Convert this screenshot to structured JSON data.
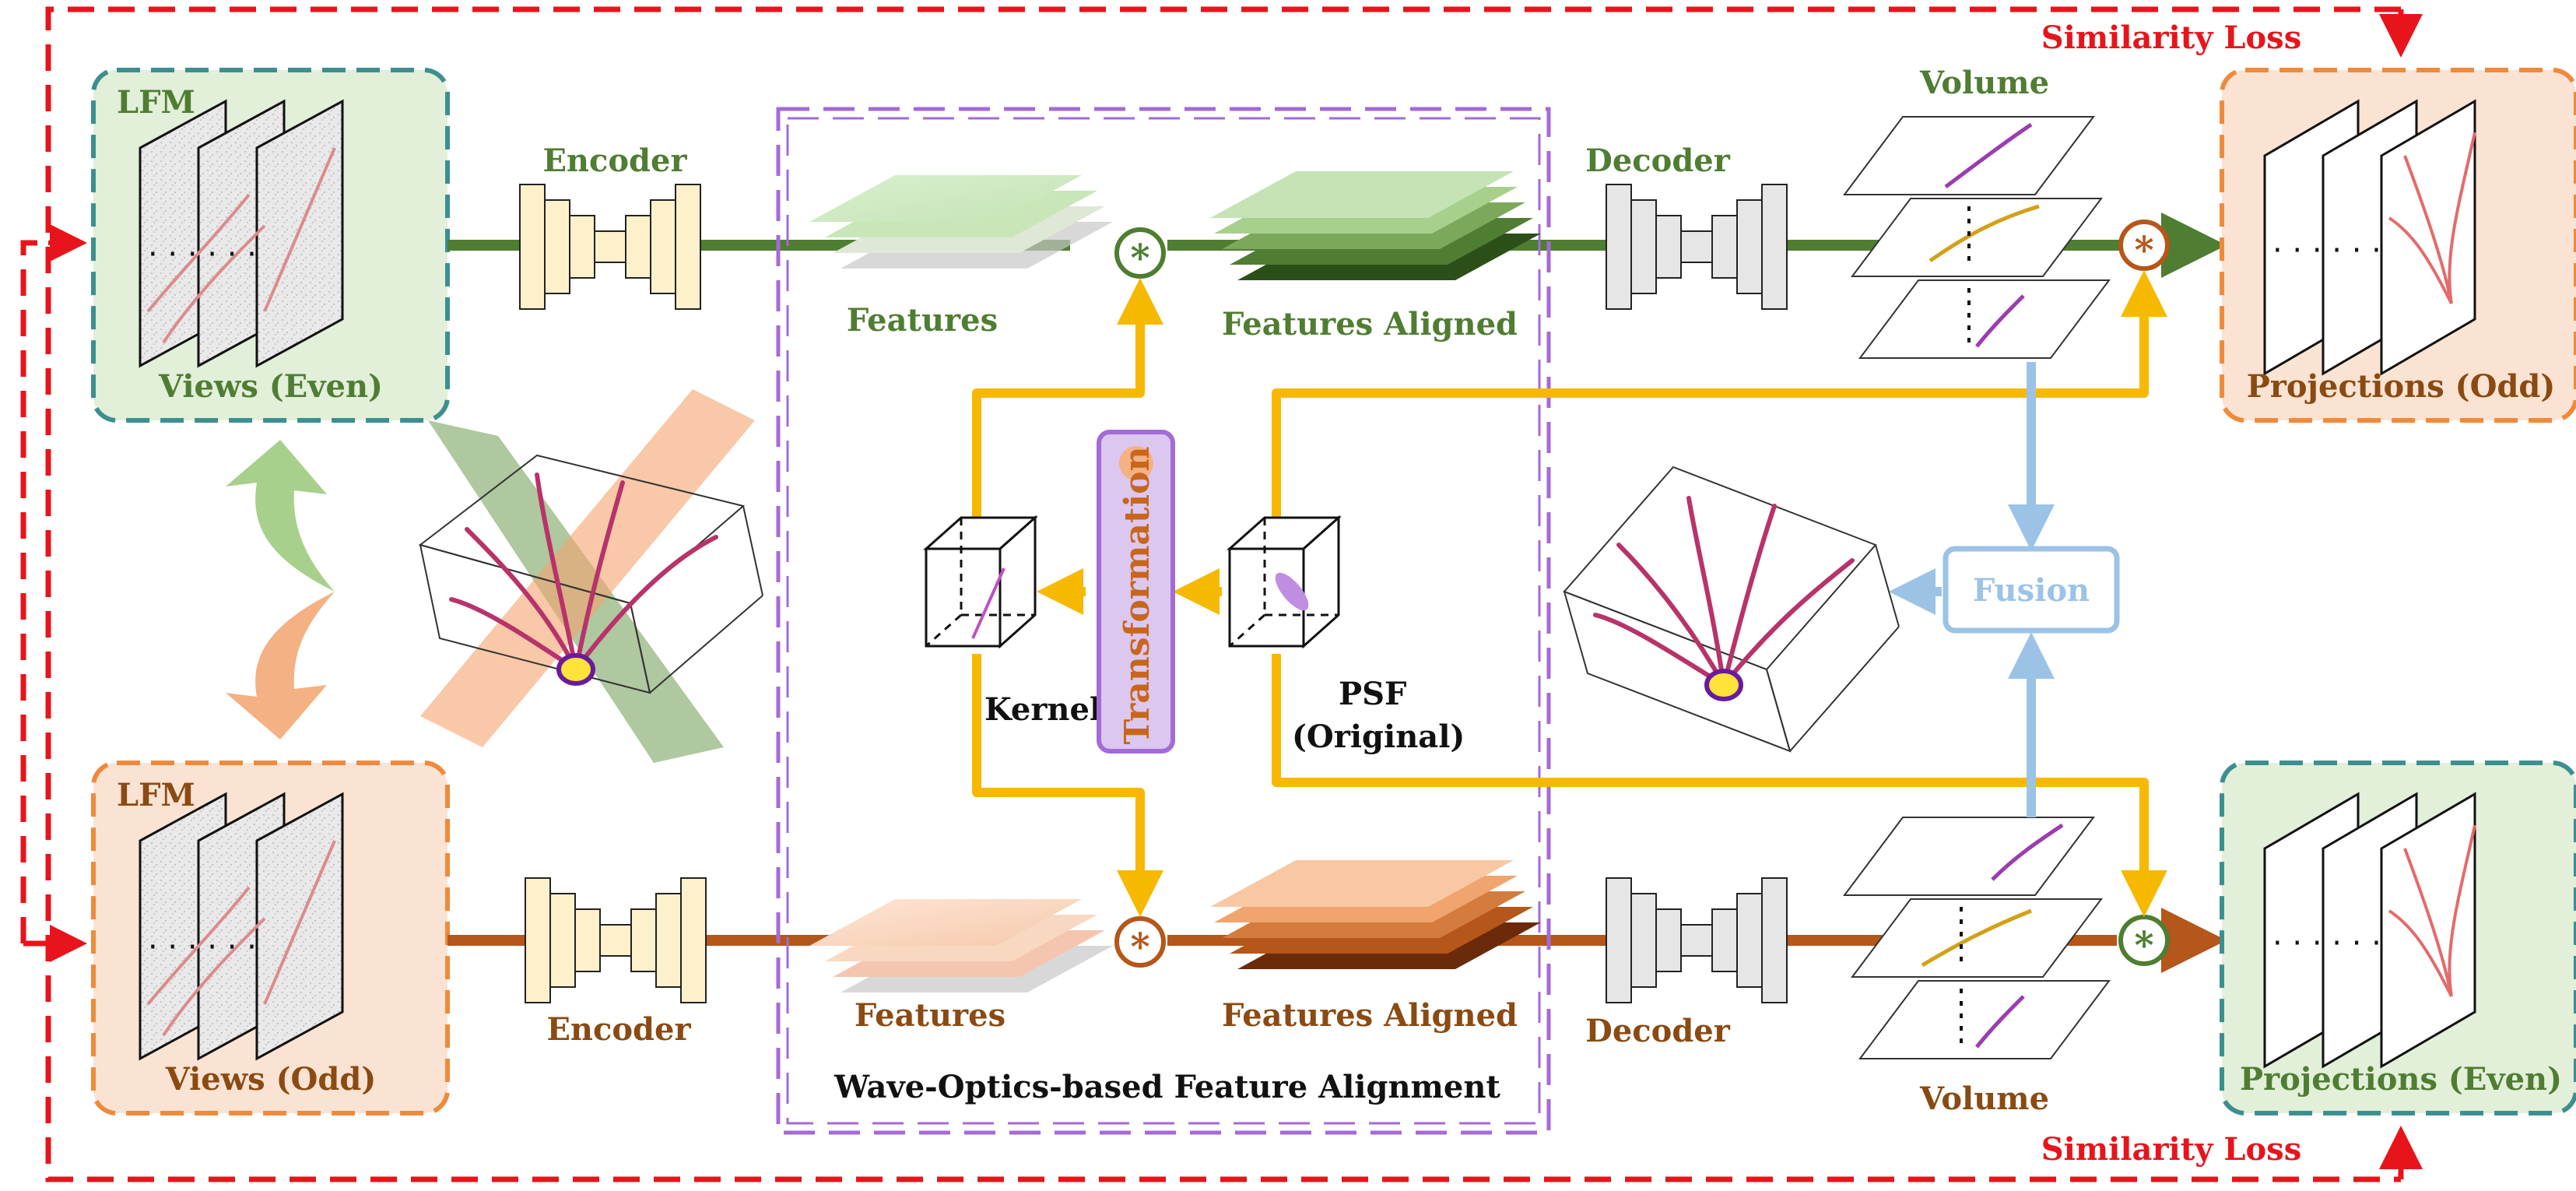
{
  "labels": {
    "similarity_loss_top": "Similarity Loss",
    "similarity_loss_bottom": "Similarity Loss",
    "lfm_top": "LFM",
    "lfm_bottom": "LFM",
    "views_even": "Views (Even)",
    "views_odd": "Views (Odd)",
    "encoder_top": "Encoder",
    "encoder_bottom": "Encoder",
    "features_top": "Features",
    "features_bottom": "Features",
    "features_aligned_top": "Features Aligned",
    "features_aligned_bottom": "Features Aligned",
    "decoder_top": "Decoder",
    "decoder_bottom": "Decoder",
    "volume_top": "Volume",
    "volume_bottom": "Volume",
    "projections_odd": "Projections (Odd)",
    "projections_even": "Projections (Even)",
    "transformation": "Transformation",
    "kernel": "Kernel",
    "psf": "PSF",
    "psf_original": "(Original)",
    "fusion": "Fusion",
    "module_title": "Wave-Optics-based Feature Alignment",
    "conv_symbol": "*"
  },
  "colors": {
    "loss_red": "#e8141b",
    "green_path": "#4f7d32",
    "brown_path": "#b5561a",
    "gold_path": "#f7b800",
    "blue_path": "#9cc3e6",
    "purple_dash": "#a46ad6",
    "green_panel": "#e2efd9",
    "orange_panel": "#fbe3d3",
    "teal_border": "#3d8f8f",
    "orange_border": "#ef8a3c",
    "encoder_fill": "#fdf1cc",
    "decoder_fill": "#e6e6e6"
  },
  "icons": {
    "brain": "brain-icon",
    "neuron": "neuron-icon",
    "dashed_ellipsis": "ellipsis-dots"
  }
}
